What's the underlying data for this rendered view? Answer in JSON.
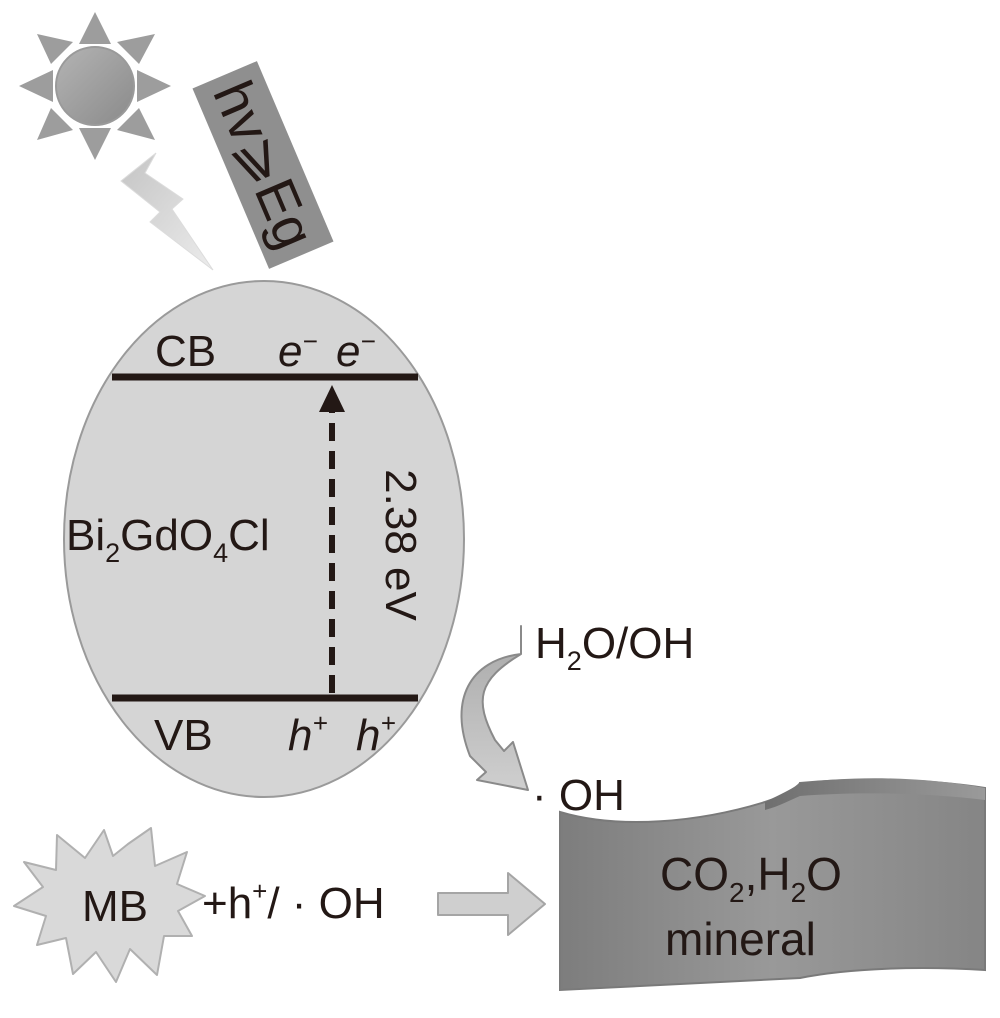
{
  "excitation": {
    "text": "hv⩾Eg"
  },
  "band": {
    "material_main": "Bi",
    "material_sub1": "2",
    "material_mid": "GdO",
    "material_sub2": "4",
    "material_end": "Cl",
    "cb": "CB",
    "vb": "VB",
    "electron": "e",
    "electron_charge": "−",
    "hole": "h",
    "hole_charge": "+",
    "gap": "2.38 eV"
  },
  "reaction": {
    "water_h": "H",
    "water_sub": "2",
    "water_rest": "O/OH",
    "radical": "· OH"
  },
  "degradation": {
    "reactant": "MB",
    "oxidant_a": "+h",
    "oxidant_sup": "+",
    "oxidant_b": "/ · OH",
    "product_a": "CO",
    "product_sub1": "2",
    "product_b": ",H",
    "product_sub2": "2",
    "product_c": "O",
    "product_line2": "mineral"
  },
  "colors": {
    "sun_fill": "#a0a0a0",
    "sun_ray": "#9d9d9d",
    "bolt": "#d4d4d4",
    "label_bg": "#8f8f8f",
    "band_fill": "#d5d5d5",
    "band_line": "#231815",
    "arrow": "#bdbdbd",
    "product_fill": "#8c8c8c",
    "star_fill": "#d9d9d9"
  }
}
